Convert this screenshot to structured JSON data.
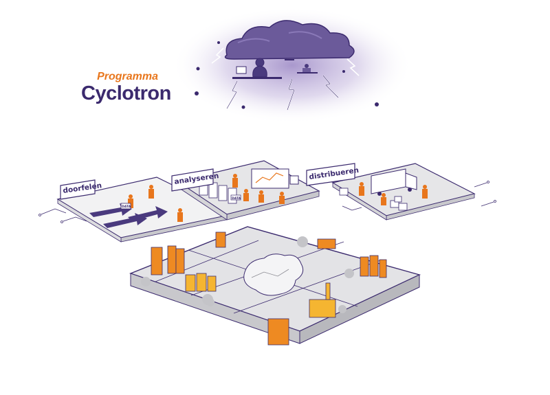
{
  "header": {
    "subtitle": "Programma",
    "title": "Cyclotron"
  },
  "stages": [
    {
      "label": "doorfelen"
    },
    {
      "label": "analyseren"
    },
    {
      "label": "distribueren"
    }
  ],
  "tags": {
    "data_label": "DATA"
  },
  "colors": {
    "brand_orange": "#e8761c",
    "brand_purple": "#3b2a6e",
    "cloud_purple": "#6b5a9a",
    "tile_gray": "#d9d9dc",
    "building_orange": "#ee8a22",
    "building_yellow": "#f5b531"
  }
}
